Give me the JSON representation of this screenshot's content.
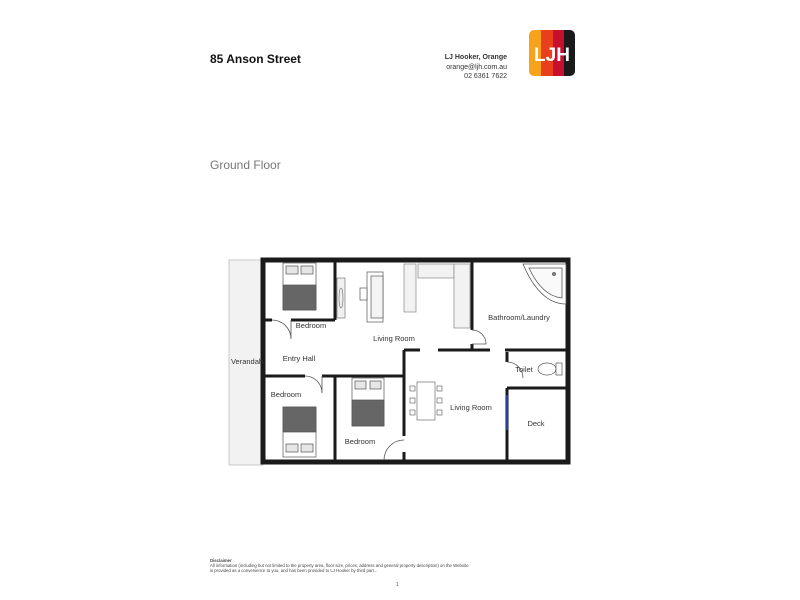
{
  "header": {
    "address": "85 Anson Street",
    "agency_name": "LJ Hooker, Orange",
    "agency_email": "orange@ljh.com.au",
    "agency_phone": "02 6361 7622",
    "logo_text": "LJH",
    "logo_colors": [
      "#f6a21c",
      "#e8401c",
      "#c8102e",
      "#1a1a1a"
    ]
  },
  "floor": {
    "title": "Ground Floor",
    "rooms": {
      "bedroom_top_left": "Bedroom",
      "living_room_top": "Living Room",
      "bathroom_laundry": "Bathroom/Laundry",
      "entry_hall": "Entry Hall",
      "verandah": "Verandah",
      "toilet": "Toilet",
      "bedroom_bottom_left": "Bedroom",
      "bedroom_bottom_mid": "Bedroom",
      "living_room_bottom": "Living Room",
      "deck": "Deck"
    }
  },
  "footer": {
    "disclaimer_title": "Disclaimer",
    "disclaimer_text": "All information (including but not limited to the property area, floor size, prices, address and general property description) on the Website is provided as a convenience to you, and has been provided to LJ Hooker by third part...",
    "page_number": "1"
  }
}
